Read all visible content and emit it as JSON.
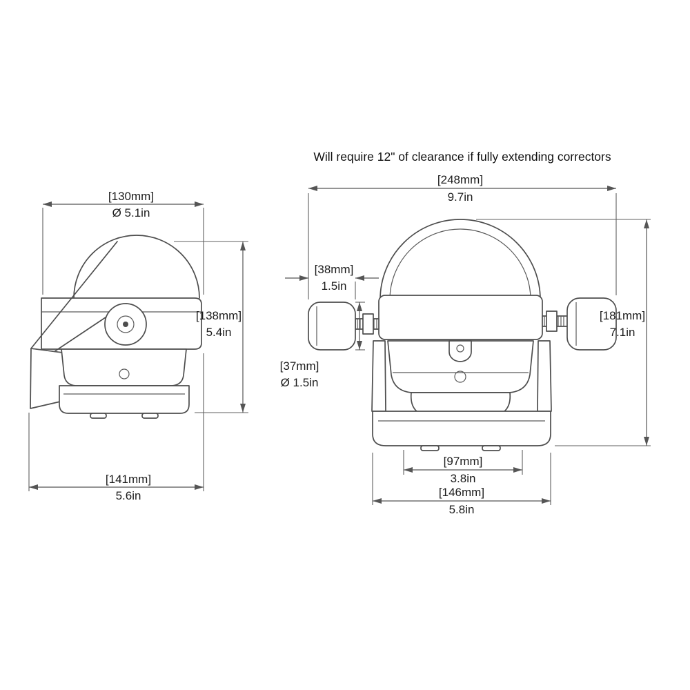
{
  "note": "Will require 12\" of clearance if fully extending correctors",
  "side_view": {
    "dome_diameter": {
      "mm": "[130mm]",
      "inch": "Ø 5.1in"
    },
    "height": {
      "mm": "[138mm]",
      "inch": "5.4in"
    },
    "base_width": {
      "mm": "[141mm]",
      "inch": "5.6in"
    }
  },
  "front_view": {
    "overall_width": {
      "mm": "[248mm]",
      "inch": "9.7in"
    },
    "corrector_width": {
      "mm": "[38mm]",
      "inch": "1.5in"
    },
    "corrector_diameter": {
      "mm": "[37mm]",
      "inch": "Ø 1.5in"
    },
    "overall_height": {
      "mm": "[181mm]",
      "inch": "7.1in"
    },
    "foot_spacing": {
      "mm": "[97mm]",
      "inch": "3.8in"
    },
    "base_width": {
      "mm": "[146mm]",
      "inch": "5.8in"
    }
  }
}
